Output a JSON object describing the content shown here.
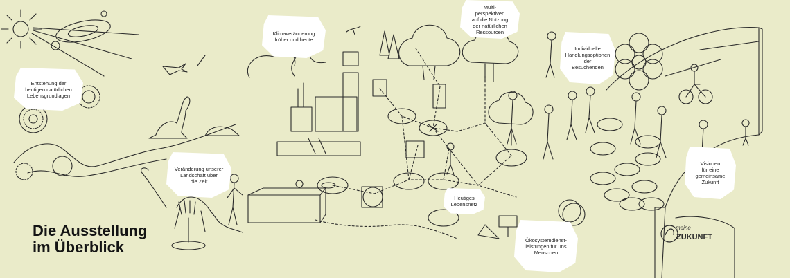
{
  "title": {
    "line1": "Die Ausstellung",
    "line2": "im Überblick"
  },
  "callouts": [
    {
      "id": "origins",
      "text": "Entstehung der\nheutigen natürlichen\nLebensgrundlagen"
    },
    {
      "id": "climate",
      "text": "Klimaveränderung\nfrüher und heute"
    },
    {
      "id": "landscape",
      "text": "Veränderung unserer\nLandschaft über\ndie Zeit"
    },
    {
      "id": "perspectives",
      "text": "Multi-\nperspektiven\nauf die Nutzung\nder natürlichen\nRessourcen"
    },
    {
      "id": "options",
      "text": "Individuelle\nHandlungsoptionen\nder\nBesuchenden"
    },
    {
      "id": "web",
      "text": "Heutiges\nLebensnetz"
    },
    {
      "id": "services",
      "text": "Ökosystemdienst-\nleistungen für uns\nMenschen"
    },
    {
      "id": "visions",
      "text": "Visionen\nfür eine\ngemeinsame\nZukunft"
    }
  ],
  "logo": {
    "word1": "meine",
    "word2": "ZUKUNFT"
  },
  "colors": {
    "background": "#eaebc9",
    "ink": "#2b2b2b",
    "bubble": "#ffffff"
  },
  "icons": [
    "sun-icon",
    "galaxy-icon",
    "planet-icon",
    "dinosaur-icon",
    "factory-icon",
    "airplane-icon",
    "bird-icon",
    "tree-icon",
    "cyclist-icon",
    "people-icon",
    "fish-icon",
    "insect-icon"
  ]
}
